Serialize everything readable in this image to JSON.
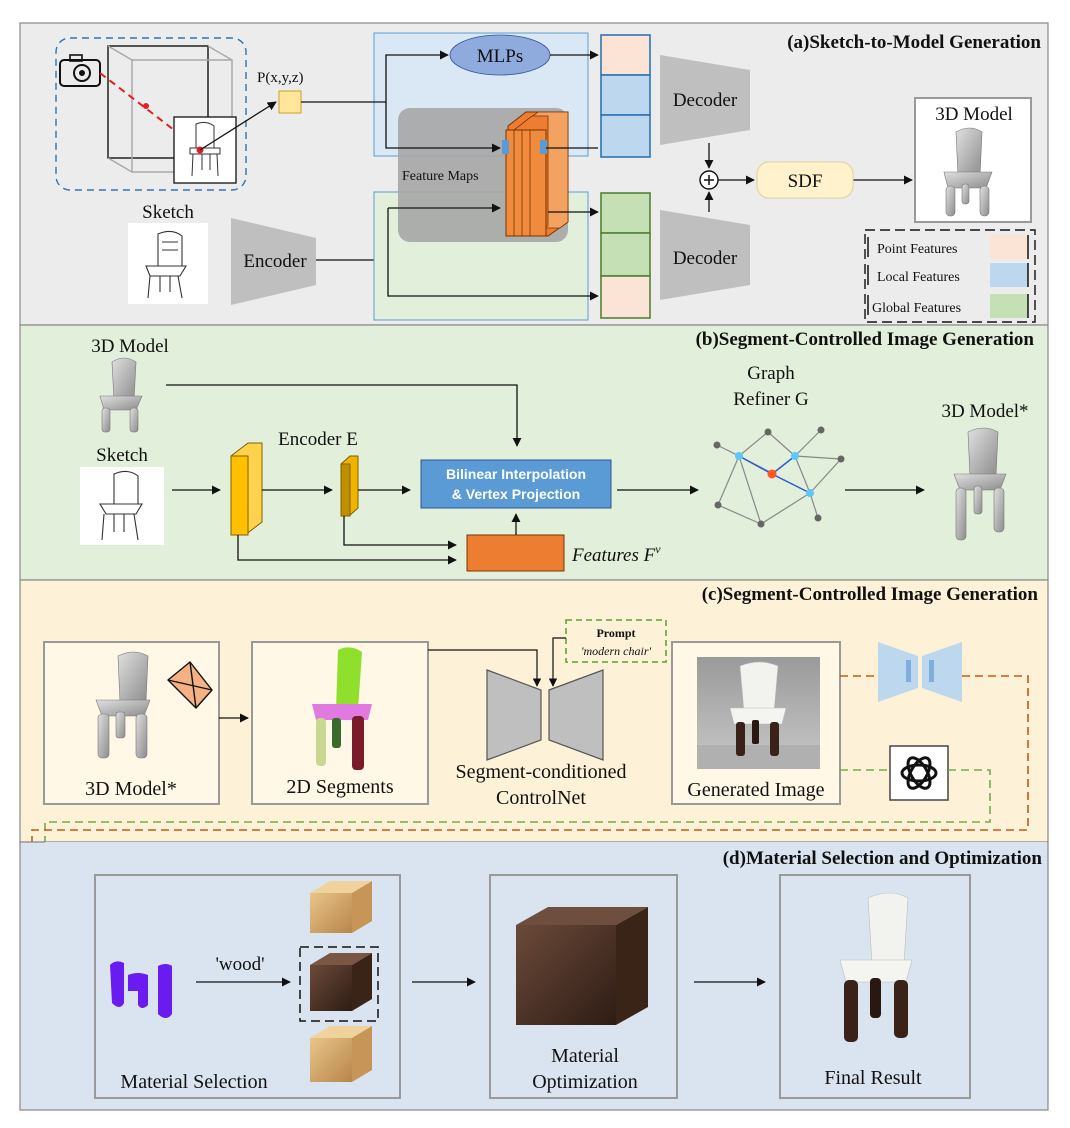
{
  "panel_a": {
    "title": "(a)Sketch-to-Model Generation",
    "point_label": "P(x,y,z)",
    "sketch_label": "Sketch",
    "encoder_label": "Encoder",
    "mlps_label": "MLPs",
    "feature_maps_label": "Feature Maps",
    "decoder_top_label": "Decoder",
    "decoder_bottom_label": "Decoder",
    "sdf_label": "SDF",
    "model_label": "3D Model",
    "legend": [
      "Point Features",
      "Local Features",
      "Global Features"
    ]
  },
  "panel_b": {
    "title": "(b)Segment-Controlled Image Generation",
    "model_label": "3D Model",
    "sketch_label": "Sketch",
    "encoder_label": "Encoder E",
    "proj_line1": "Bilinear Interpolation",
    "proj_line2": "& Vertex Projection",
    "features_label": "Features",
    "features_symbol": "F",
    "features_sup": "v",
    "refiner_line1": "Graph",
    "refiner_line2": "Refiner G",
    "result_label": "3D Model*"
  },
  "panel_c": {
    "title": "(c)Segment-Controlled Image Generation",
    "model_label": "3D Model*",
    "segments_label": "2D Segments",
    "prompt_title": "Prompt",
    "prompt_text": "'modern chair'",
    "controlnet_line1": "Segment-conditioned",
    "controlnet_line2": "ControlNet",
    "generated_label": "Generated Image"
  },
  "panel_d": {
    "title": "(d)Material Selection and Optimization",
    "wood_label": "'wood'",
    "selection_label": "Material Selection",
    "optimization_line1": "Material",
    "optimization_line2": "Optimization",
    "final_label": "Final Result"
  },
  "colors": {
    "panel_a_bg": "#ececec",
    "panel_b_bg": "#e2efda",
    "panel_c_bg": "#fdf2d7",
    "panel_d_bg": "#dae4f1",
    "point_feature": "#fbe3d6",
    "local_feature": "#bdd7ee",
    "global_feature": "#c5e0b4",
    "encoder_orange": "#ed7d31",
    "proj_box": "#5b9bd5",
    "sdf_box": "#fff2cc",
    "mlps_ellipse": "#8faadc",
    "dashed_green": "#70ad47",
    "dashed_orange": "#c55a11"
  }
}
